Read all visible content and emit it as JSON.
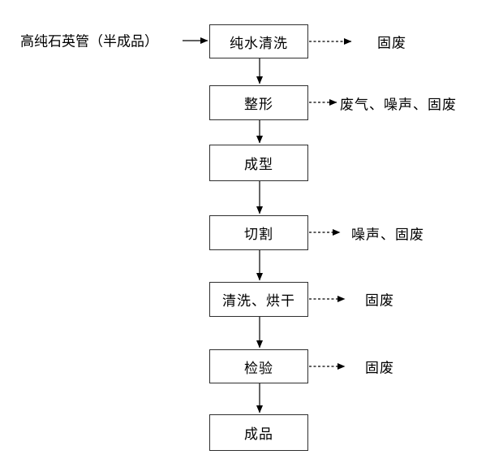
{
  "diagram": {
    "title": "",
    "source_label": "高纯石英管（半成品）",
    "steps": [
      {
        "label": "纯水清洗",
        "output": "固废"
      },
      {
        "label": "整形",
        "output": "废气、噪声、固废"
      },
      {
        "label": "成型",
        "output": ""
      },
      {
        "label": "切割",
        "output": "噪声、固废"
      },
      {
        "label": "清洗、烘干",
        "output": "固废"
      },
      {
        "label": "检验",
        "output": "固废"
      },
      {
        "label": "成品",
        "output": ""
      }
    ],
    "colors": {
      "line": "#000000",
      "box_border": "#2f2f2f",
      "text": "#000000",
      "background": "#ffffff"
    }
  }
}
